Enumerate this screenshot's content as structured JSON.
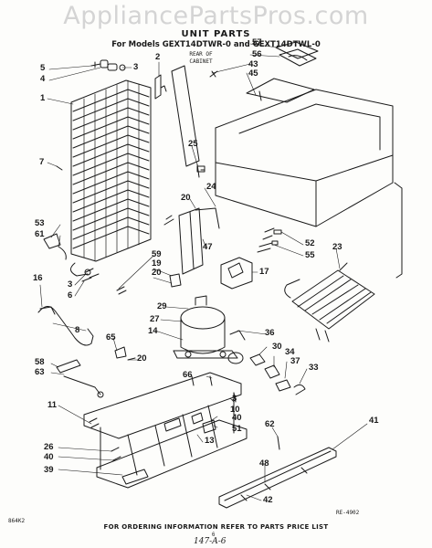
{
  "watermark": "AppliancePartsPros.com",
  "header": {
    "title": "UNIT PARTS",
    "models": "For Models GEXT14DTWR-0 and GEXT14DTWL-0",
    "rear_note_line1": "REAR OF",
    "rear_note_line2": "CABINET"
  },
  "callouts": {
    "c1": "1",
    "c2": "2",
    "c3a": "3",
    "c3b": "3",
    "c3c": "3",
    "c4": "4",
    "c5": "5",
    "c6": "6",
    "c7": "7",
    "c8": "8",
    "c10": "10",
    "c11": "11",
    "c13": "13",
    "c14": "14",
    "c16": "16",
    "c17": "17",
    "c19": "19",
    "c20a": "20",
    "c20b": "20",
    "c20c": "20",
    "c23": "23",
    "c24": "24",
    "c25": "25",
    "c26": "26",
    "c27": "27",
    "c29": "29",
    "c30": "30",
    "c33": "33",
    "c34": "34",
    "c36": "36",
    "c37": "37",
    "c39": "39",
    "c40a": "40",
    "c40b": "40",
    "c41": "41",
    "c42": "42",
    "c43": "43",
    "c45": "45",
    "c47": "47",
    "c48": "48",
    "c51": "51",
    "c52": "52",
    "c53": "53",
    "c55": "55",
    "c56": "56",
    "c57": "57",
    "c58": "58",
    "c59": "59",
    "c61": "61",
    "c62": "62",
    "c63": "63",
    "c65": "65",
    "c66": "66"
  },
  "footer": {
    "ordering_note": "FOR ORDERING INFORMATION REFER TO PARTS PRICE LIST",
    "page_number": "6",
    "handwritten_note": "147-A-6",
    "doc_code": "864K2",
    "figure_ref": "RE-4902"
  }
}
